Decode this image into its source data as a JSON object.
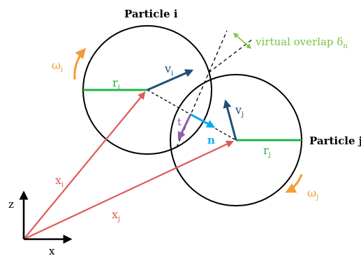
{
  "labels": {
    "particle_i": "Particle i",
    "particle_j": "Particle j",
    "omega_i": "ω",
    "omega_i_sub": "i",
    "omega_j": "ω",
    "omega_j_sub": "j",
    "r_i": "r",
    "r_i_sub": "i",
    "r_j": "r",
    "r_j_sub": "j",
    "v_i": "v",
    "v_i_sub": "i",
    "v_j": "v",
    "v_j_sub": "j",
    "x_i": "x",
    "x_i_sub": "i",
    "x_j": "x",
    "x_j_sub": "j",
    "t": "t",
    "n": "n",
    "overlap": "virtual overlap δ",
    "overlap_sub": "n",
    "axis_z": "z",
    "axis_x": "x"
  },
  "colors": {
    "circle": "#000000",
    "radius": "#22b14c",
    "position_vector": "#e05a5a",
    "velocity": "#1f4e79",
    "normal": "#00aeef",
    "tangent": "#8e5bb5",
    "omega": "#f39c38",
    "overlap": "#7cc242",
    "radius_label": "#22b14c",
    "velocity_label": "#1f4e79"
  }
}
